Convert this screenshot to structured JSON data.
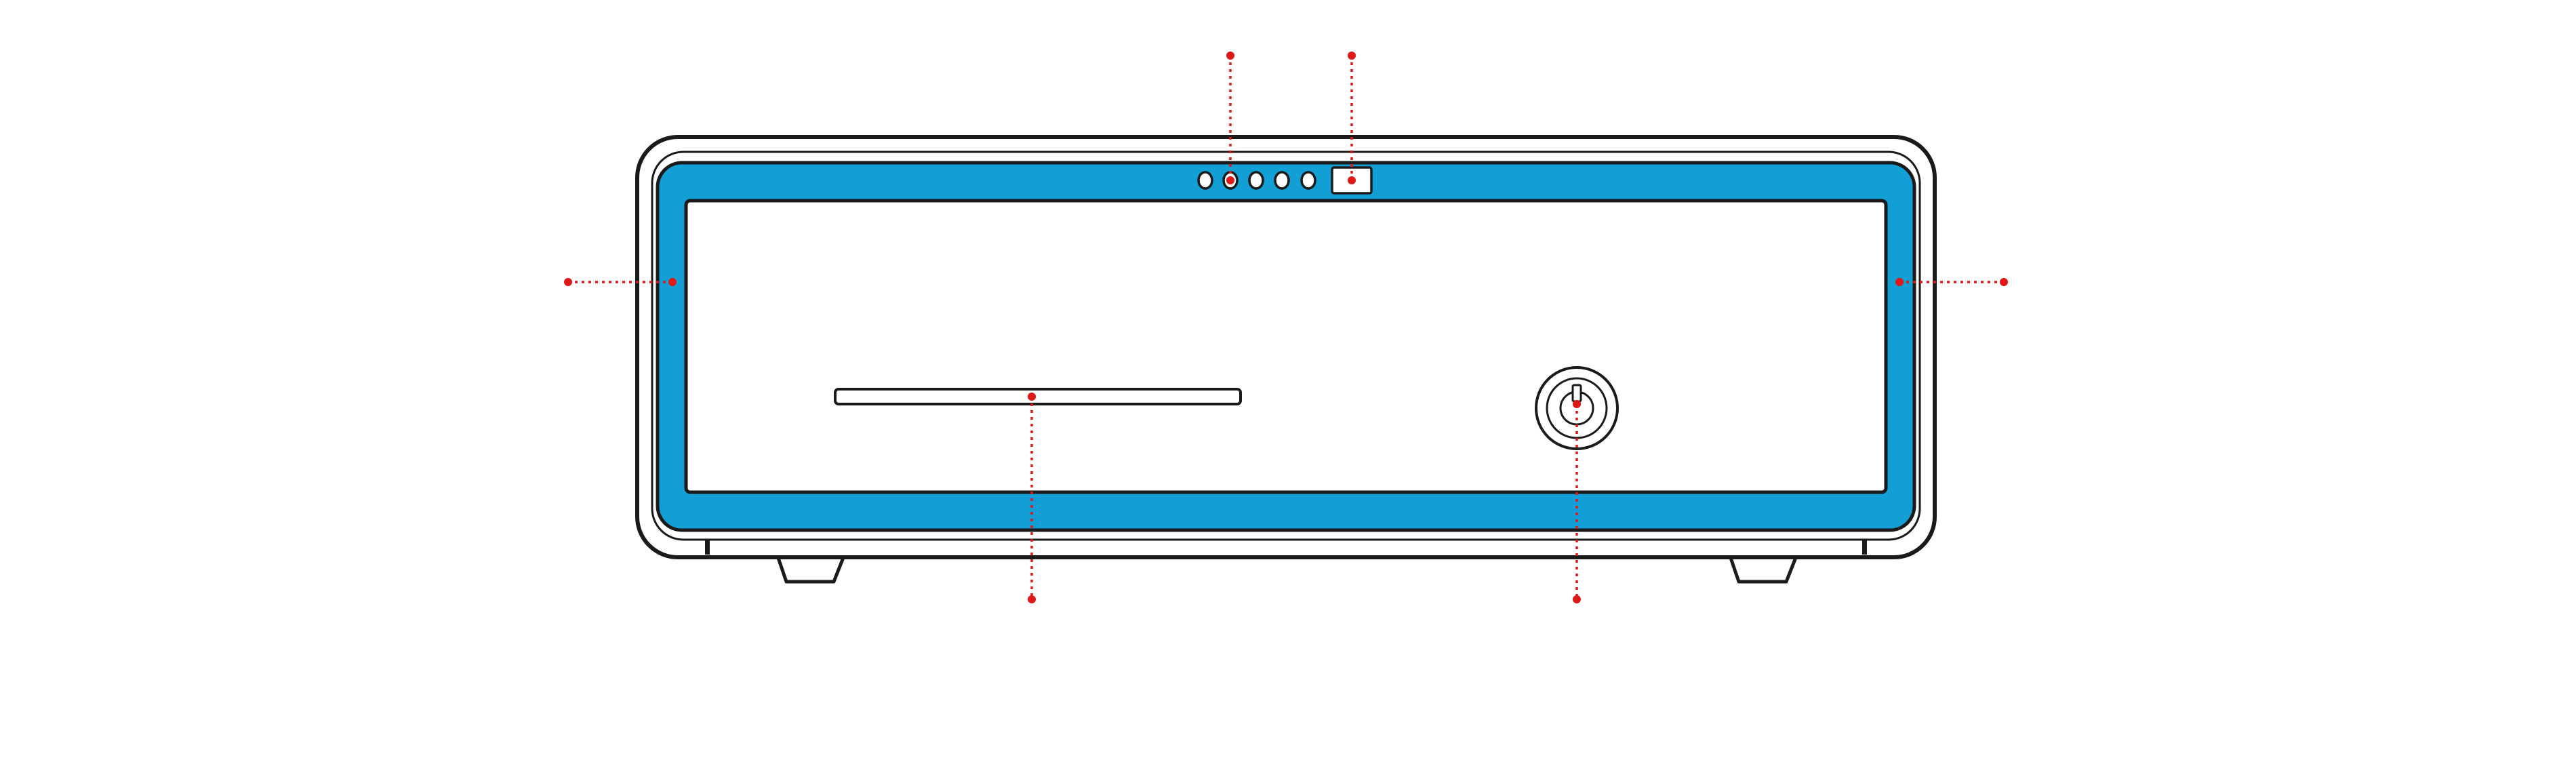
{
  "diagram": {
    "subject": "cash-drawer-front-view",
    "colors": {
      "background": "#ffffff",
      "outline": "#1a1a1a",
      "front_panel": "#129fd6",
      "callout": "#e01818",
      "drawer_face": "#ffffff"
    },
    "indicator_count": 5,
    "callouts": [
      {
        "name": "callout-indicator-lights",
        "text": ""
      },
      {
        "name": "callout-usb-port",
        "text": ""
      },
      {
        "name": "callout-left-side",
        "text": ""
      },
      {
        "name": "callout-right-side",
        "text": ""
      },
      {
        "name": "callout-media-slot",
        "text": ""
      },
      {
        "name": "callout-key-lock",
        "text": ""
      }
    ]
  }
}
